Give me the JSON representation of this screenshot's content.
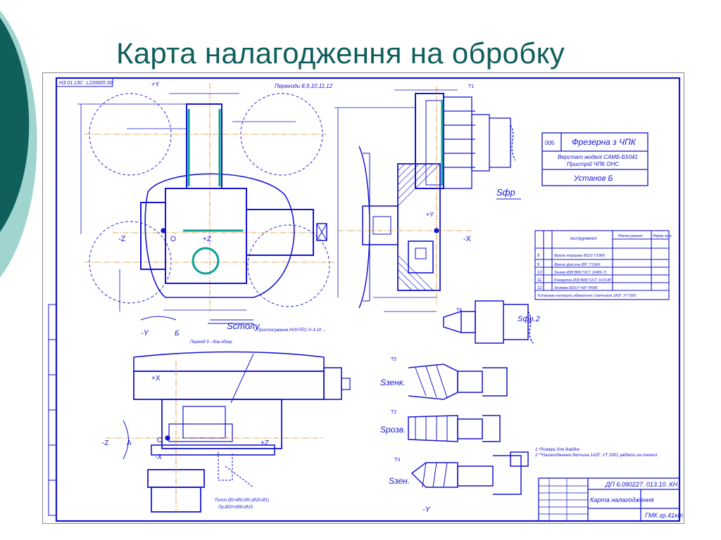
{
  "slide": {
    "title": "Карта налагодження на обробку",
    "colors": {
      "title": "#0f5f5b",
      "drawing": "#1515d0",
      "deco_dark": "#0f5f5b",
      "deco_light": "#9fd4cf",
      "highlight": "#0b9f98"
    }
  },
  "drawing": {
    "stamp": "НЗ 01.130 . L220605 00",
    "header": "Переходи 8,9,10,11,12",
    "operation_table": {
      "op_no": "005",
      "operation": "Фрезерна з ЧПК",
      "machine_line1": "Верстат моделі CAMБ-Б5041",
      "machine_line2": "Пристрій ЧПК ОНС",
      "setup": "Установ Б"
    },
    "tool_table": {
      "header_tool": "Інструмент",
      "header_modes": "Режим різання",
      "header_time": "Норма часу",
      "rows": [
        {
          "no": "8",
          "text": "Фреза торцева Ø110 Т15К6"
        },
        {
          "no": "9",
          "text": "Фреза фасона Ø5° Т15К6"
        },
        {
          "no": "10",
          "text": "Зенкер Ø28 ВК8 ГОСТ 12489-71"
        },
        {
          "no": "11",
          "text": "Розвертка Ø30 ВК8 ГОСТ 1672-80"
        },
        {
          "no": "12",
          "text": "Зенківка Ø29,5°×90° Р6М5"
        }
      ],
      "footnote": "Установки контроль обмеження з датчиком 1АЗТ .УТ 0001"
    },
    "notes": [
      "1.*Розміри для довідок",
      "2.**Налагодження датчика 1АЗТ .УТ 0001 увідати на технол"
    ],
    "title_block": {
      "doc_number": "ДП 6.090227. 013.10. КН",
      "doc_title": "Карта налагодження",
      "org": "ГМК гр.41кт"
    },
    "labels": {
      "plus_y": "+Y",
      "minus_y": "-Y",
      "plus_x": "+X",
      "minus_x": "-X",
      "plus_z": "+Z",
      "minus_z": "-Z",
      "origin": "O",
      "view_b": "Б",
      "view_a": "А",
      "s_table": "Sстолу",
      "s_fr": "Sфр",
      "s_fr2": "Sфр.2",
      "s_zenk": "Sзенк.",
      "s_rozv": "Sрозв.",
      "s_zen": "Sзен.",
      "fixture": "Пристосування НОНТЕС Н 3-10 ...",
      "pass_note": "Перехід 9 - дов.обзор",
      "dim_note_1": "Потіл Ø2×Ø9,000 (Ø20-Ø1)",
      "dim_note_2": "Пр.Ø20×Ø90-Ø15",
      "tool_t1": "Т1",
      "tool_t2": "Т2",
      "tool_t3": "Т3",
      "tool_t4": "Т4",
      "tool_t5": "Т5"
    }
  }
}
